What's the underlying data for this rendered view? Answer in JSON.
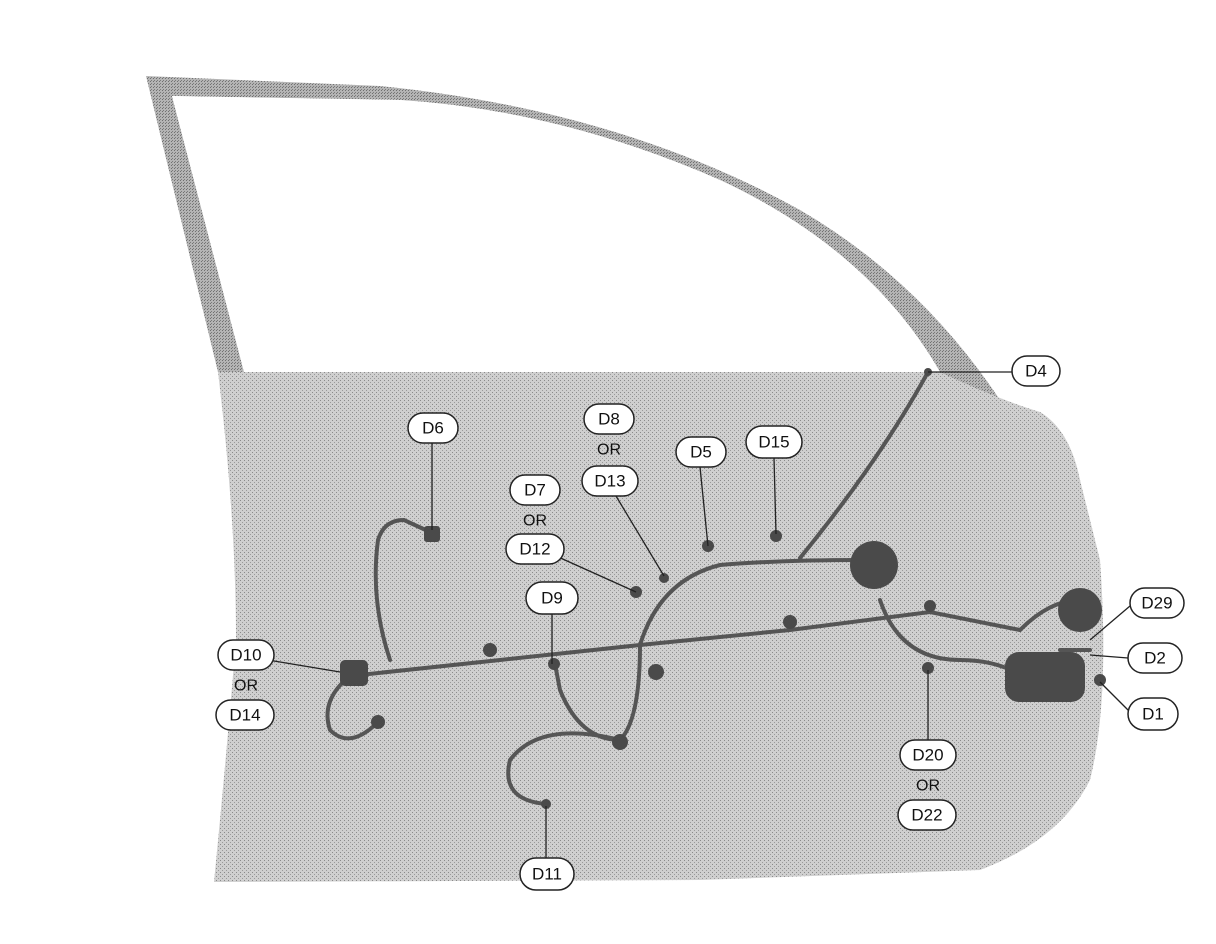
{
  "callouts": {
    "d4": "D4",
    "d6": "D6",
    "d8": "D8",
    "d13": "D13",
    "d5": "D5",
    "d15": "D15",
    "d7": "D7",
    "d12": "D12",
    "d9": "D9",
    "d10": "D10",
    "d14": "D14",
    "d29": "D29",
    "d2": "D2",
    "d1": "D1",
    "d20": "D20",
    "d22": "D22",
    "d11": "D11"
  },
  "or_text": "OR",
  "colors": {
    "door_fill": "#c2c2c2",
    "frame_fill": "#b8b8b8",
    "harness": "#555555",
    "connector": "#4a4a4a",
    "leader": "#222222"
  }
}
